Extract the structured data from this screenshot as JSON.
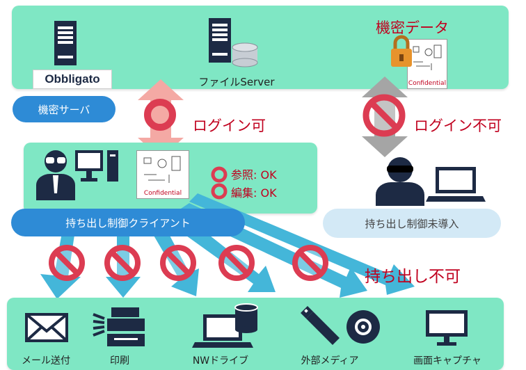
{
  "server_section": {
    "logo": "Obbligato",
    "badge": "機密サーバ",
    "file_server": "ファイルServer",
    "confidential_data": "機密データ",
    "doc_label": "Confidential"
  },
  "access": {
    "login_ok": "ログイン可",
    "login_ng": "ログイン不可"
  },
  "client_section": {
    "doc_label": "Confidential",
    "ref": "参照",
    "edit": "編集",
    "ok": ": OK",
    "badge": "持ち出し制御クライアント"
  },
  "unmanaged": {
    "badge": "持ち出し制御未導入"
  },
  "export": {
    "title": "持ち出し不可",
    "items": [
      "メール送付",
      "印刷",
      "NWドライブ",
      "外部メディア",
      "画面キャプチャ"
    ]
  }
}
